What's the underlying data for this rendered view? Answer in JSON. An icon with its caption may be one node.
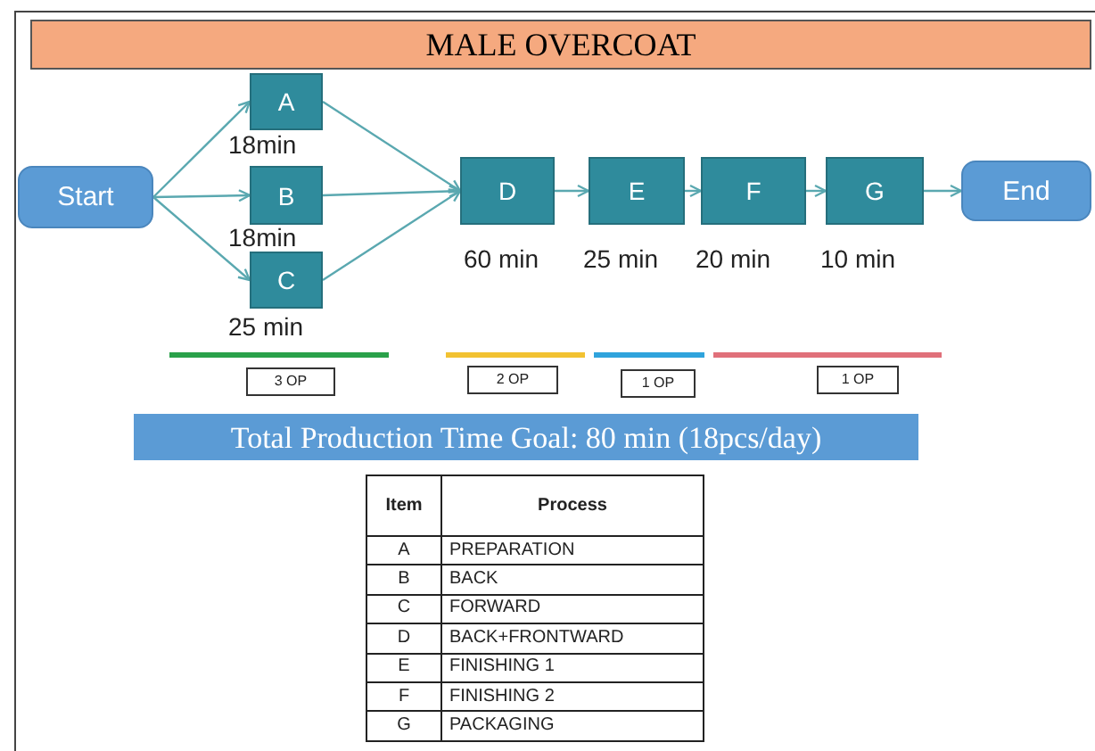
{
  "diagram": {
    "title": "MALE OVERCOAT",
    "nodes": [
      {
        "text": [
          "Start"
        ]
      },
      {
        "text": [
          "A"
        ],
        "beside": [
          "18min"
        ]
      },
      {
        "text": [
          "B"
        ],
        "beside": [
          "18min"
        ]
      },
      {
        "text": [
          "C"
        ],
        "beside": [
          "25 min"
        ]
      },
      {
        "text": [
          "D"
        ],
        "beside": [
          "60 min"
        ]
      },
      {
        "text": [
          "E"
        ],
        "beside": [
          "25 min"
        ]
      },
      {
        "text": [
          "F"
        ],
        "beside": [
          "20 min"
        ]
      },
      {
        "text": [
          "G"
        ],
        "beside": [
          "10 min"
        ]
      },
      {
        "text": [
          "End"
        ]
      },
      {
        "text": [
          "3 OP"
        ]
      },
      {
        "text": [
          "2 OP"
        ]
      },
      {
        "text": [
          "1 OP"
        ]
      },
      {
        "text": [
          "1 OP"
        ]
      },
      {
        "text": [
          "Total Production Time Goal: 80 min (18pcs/day)"
        ]
      }
    ],
    "edges": [
      {
        "from": 0,
        "to": 1,
        "arrow": "to"
      },
      {
        "from": 0,
        "to": 2,
        "arrow": "to"
      },
      {
        "from": 0,
        "to": 3,
        "arrow": "to"
      },
      {
        "from": 1,
        "to": 4,
        "arrow": "to"
      },
      {
        "from": 2,
        "to": 4,
        "arrow": "to"
      },
      {
        "from": 3,
        "to": 4,
        "arrow": "to"
      },
      {
        "from": 4,
        "to": 5,
        "arrow": "to"
      },
      {
        "from": 5,
        "to": 6,
        "arrow": "to"
      },
      {
        "from": 6,
        "to": 7,
        "arrow": "to"
      },
      {
        "from": 7,
        "to": 8,
        "arrow": "to"
      }
    ],
    "labels": [
      "Item",
      "Process",
      "A",
      "PREPARATION",
      "B",
      "BACK",
      "C",
      "FORWARD",
      "D",
      "BACK+FRONTWARD",
      "E",
      "FINISHING 1",
      "F",
      "FINISHING 2",
      "G",
      "PACKAGING"
    ]
  }
}
